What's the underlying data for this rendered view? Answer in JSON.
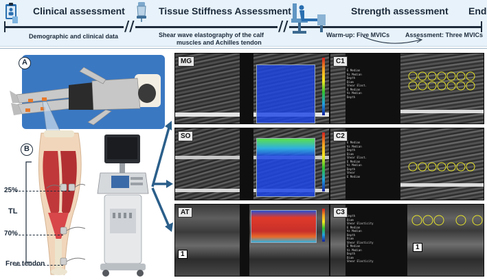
{
  "timeline": {
    "stage1": {
      "title": "Clinical assessment",
      "subtitle": "Demographic and clinical data"
    },
    "stage2": {
      "title": "Tissue Stiffness Assessment",
      "subtitle_line1": "Shear wave elastography  of the calf",
      "subtitle_line2": "muscles and Achilles tendon"
    },
    "stage3": {
      "title": "Strength assessment",
      "warmup": "Warm-up: Five MVICs",
      "assessment": "Assessment: Three  MVICs"
    },
    "end_label": "End"
  },
  "left_panel": {
    "panel_a_label": "A",
    "panel_b_label": "B",
    "mark_25": "25%",
    "mark_tl": "TL",
    "mark_70": "70%",
    "mark_free": "Free tendon"
  },
  "images": {
    "row1_left_tag": "MG",
    "row1_right_tag": "C1",
    "row2_left_tag": "SO",
    "row2_right_tag": "C2",
    "row3_left_tag": "AT",
    "row3_right_tag": "C3",
    "marker_1": "1"
  },
  "colors": {
    "accent_arrow": "#2b5f8a",
    "timeline_bg": "#e7f2fa",
    "mat_blue": "#3a78c2",
    "roi_circle": "#e6e22a"
  },
  "roi_counts": {
    "c1_rows": [
      7,
      7
    ],
    "c2_rows": [
      7
    ],
    "c3_rows": [
      5
    ]
  }
}
